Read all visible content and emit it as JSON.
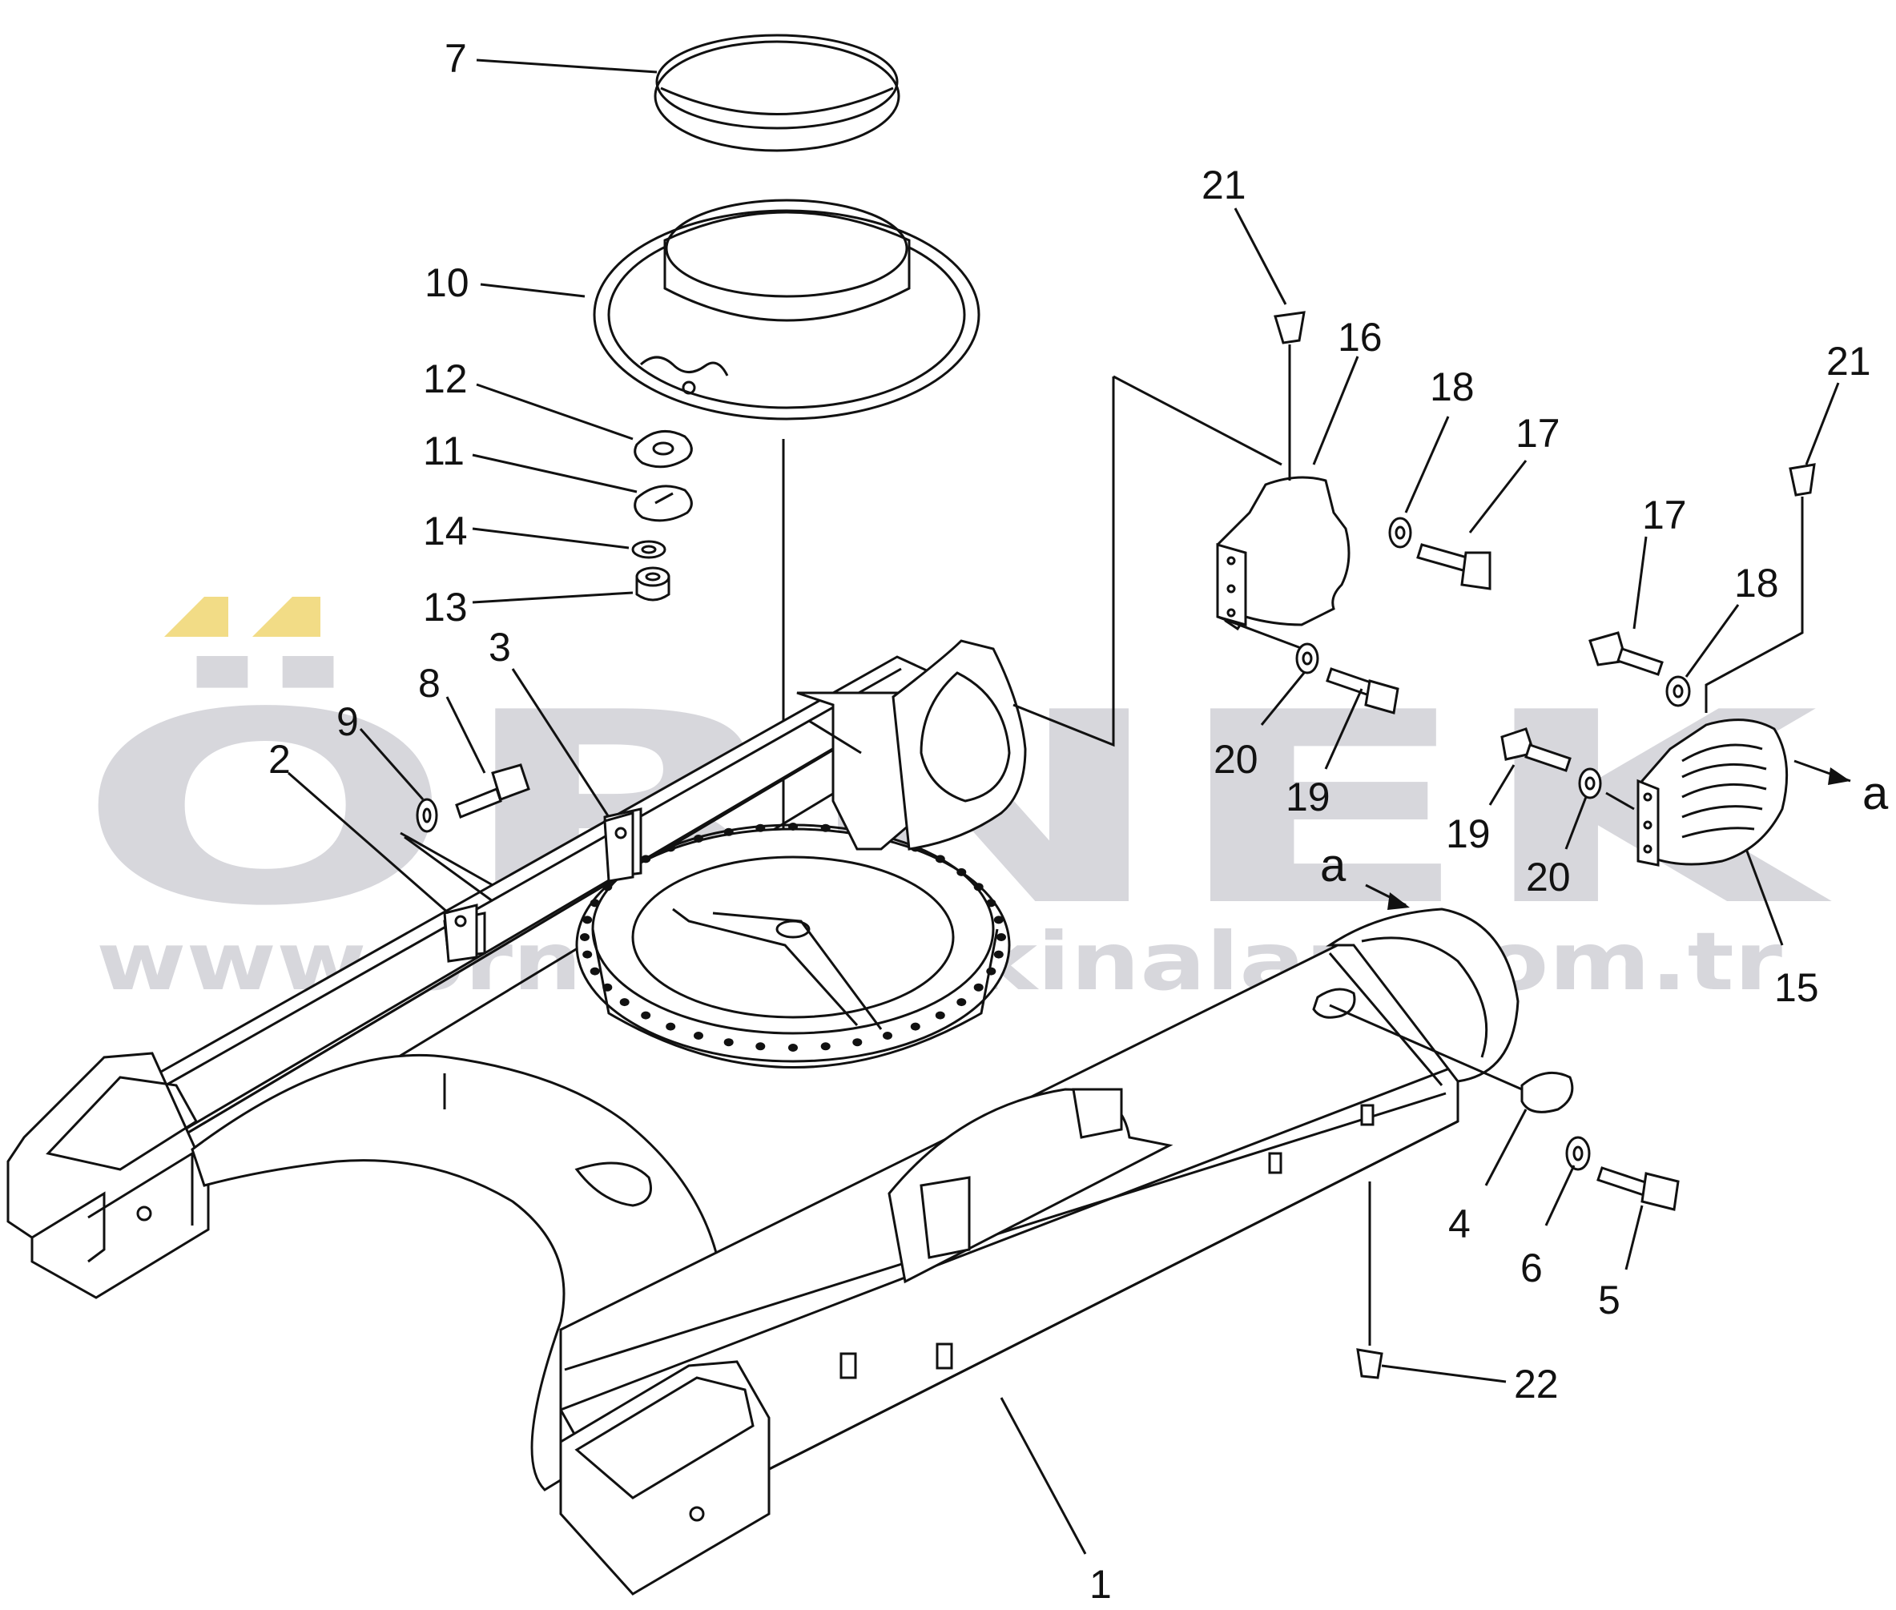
{
  "watermark": {
    "brand": "ÖRNEK",
    "url": "www.ornekismakinalari.com.tr",
    "accent_color": "#f2dc86",
    "text_color": "#d7d7dc"
  },
  "callouts": {
    "c1": "1",
    "c2": "2",
    "c3": "3",
    "c4": "4",
    "c5": "5",
    "c6": "6",
    "c7": "7",
    "c8": "8",
    "c9": "9",
    "c10": "10",
    "c11": "11",
    "c12": "12",
    "c13": "13",
    "c14": "14",
    "c15": "15",
    "c16": "16",
    "c17a": "17",
    "c17b": "17",
    "c18a": "18",
    "c18b": "18",
    "c19a": "19",
    "c19b": "19",
    "c20a": "20",
    "c20b": "20",
    "c21a": "21",
    "c21b": "21",
    "c22": "22"
  },
  "view_markers": {
    "a_left": "a",
    "a_right": "a"
  }
}
